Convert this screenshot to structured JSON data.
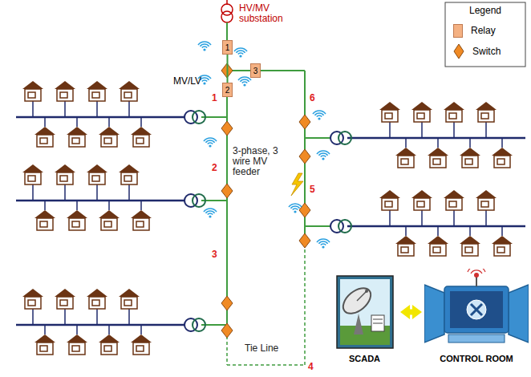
{
  "diagram": {
    "nodes": [
      {
        "text": [
          "1"
        ]
      },
      {
        "text": [
          "2"
        ]
      },
      {
        "text": [
          "3"
        ]
      },
      {
        "text": [
          "SCADA"
        ]
      },
      {
        "text": [
          "CONTROL ROOM"
        ]
      }
    ],
    "edges": [
      {
        "from": 0,
        "to": 1,
        "arrow": "none"
      },
      {
        "from": 3,
        "to": 4,
        "arrow": "both"
      }
    ],
    "labels": [
      "HV/MV substation",
      "Legend",
      "MV/LV",
      "1",
      "2",
      "3",
      "4",
      "5",
      "6",
      "3-phase, 3 wire MV feeder",
      "Tie Line"
    ],
    "legend": [
      {
        "text": "Relay",
        "color": "#f4b183"
      },
      {
        "text": "Switch"
      }
    ]
  }
}
